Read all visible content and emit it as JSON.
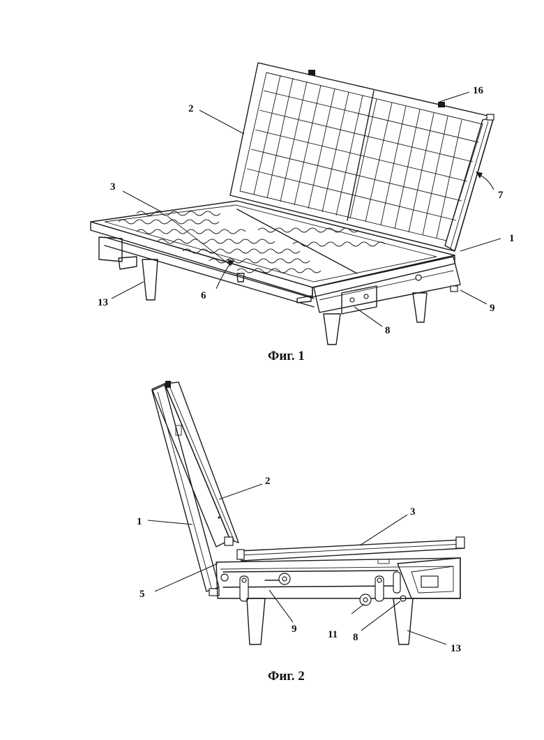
{
  "figures": [
    {
      "caption": "Фиг. 1",
      "reference_numerals": [
        "2",
        "16",
        "3",
        "7",
        "1",
        "13",
        "6",
        "9",
        "8"
      ]
    },
    {
      "caption": "Фиг. 2",
      "reference_numerals": [
        "2",
        "1",
        "3",
        "5",
        "9",
        "11",
        "8",
        "13"
      ]
    }
  ]
}
